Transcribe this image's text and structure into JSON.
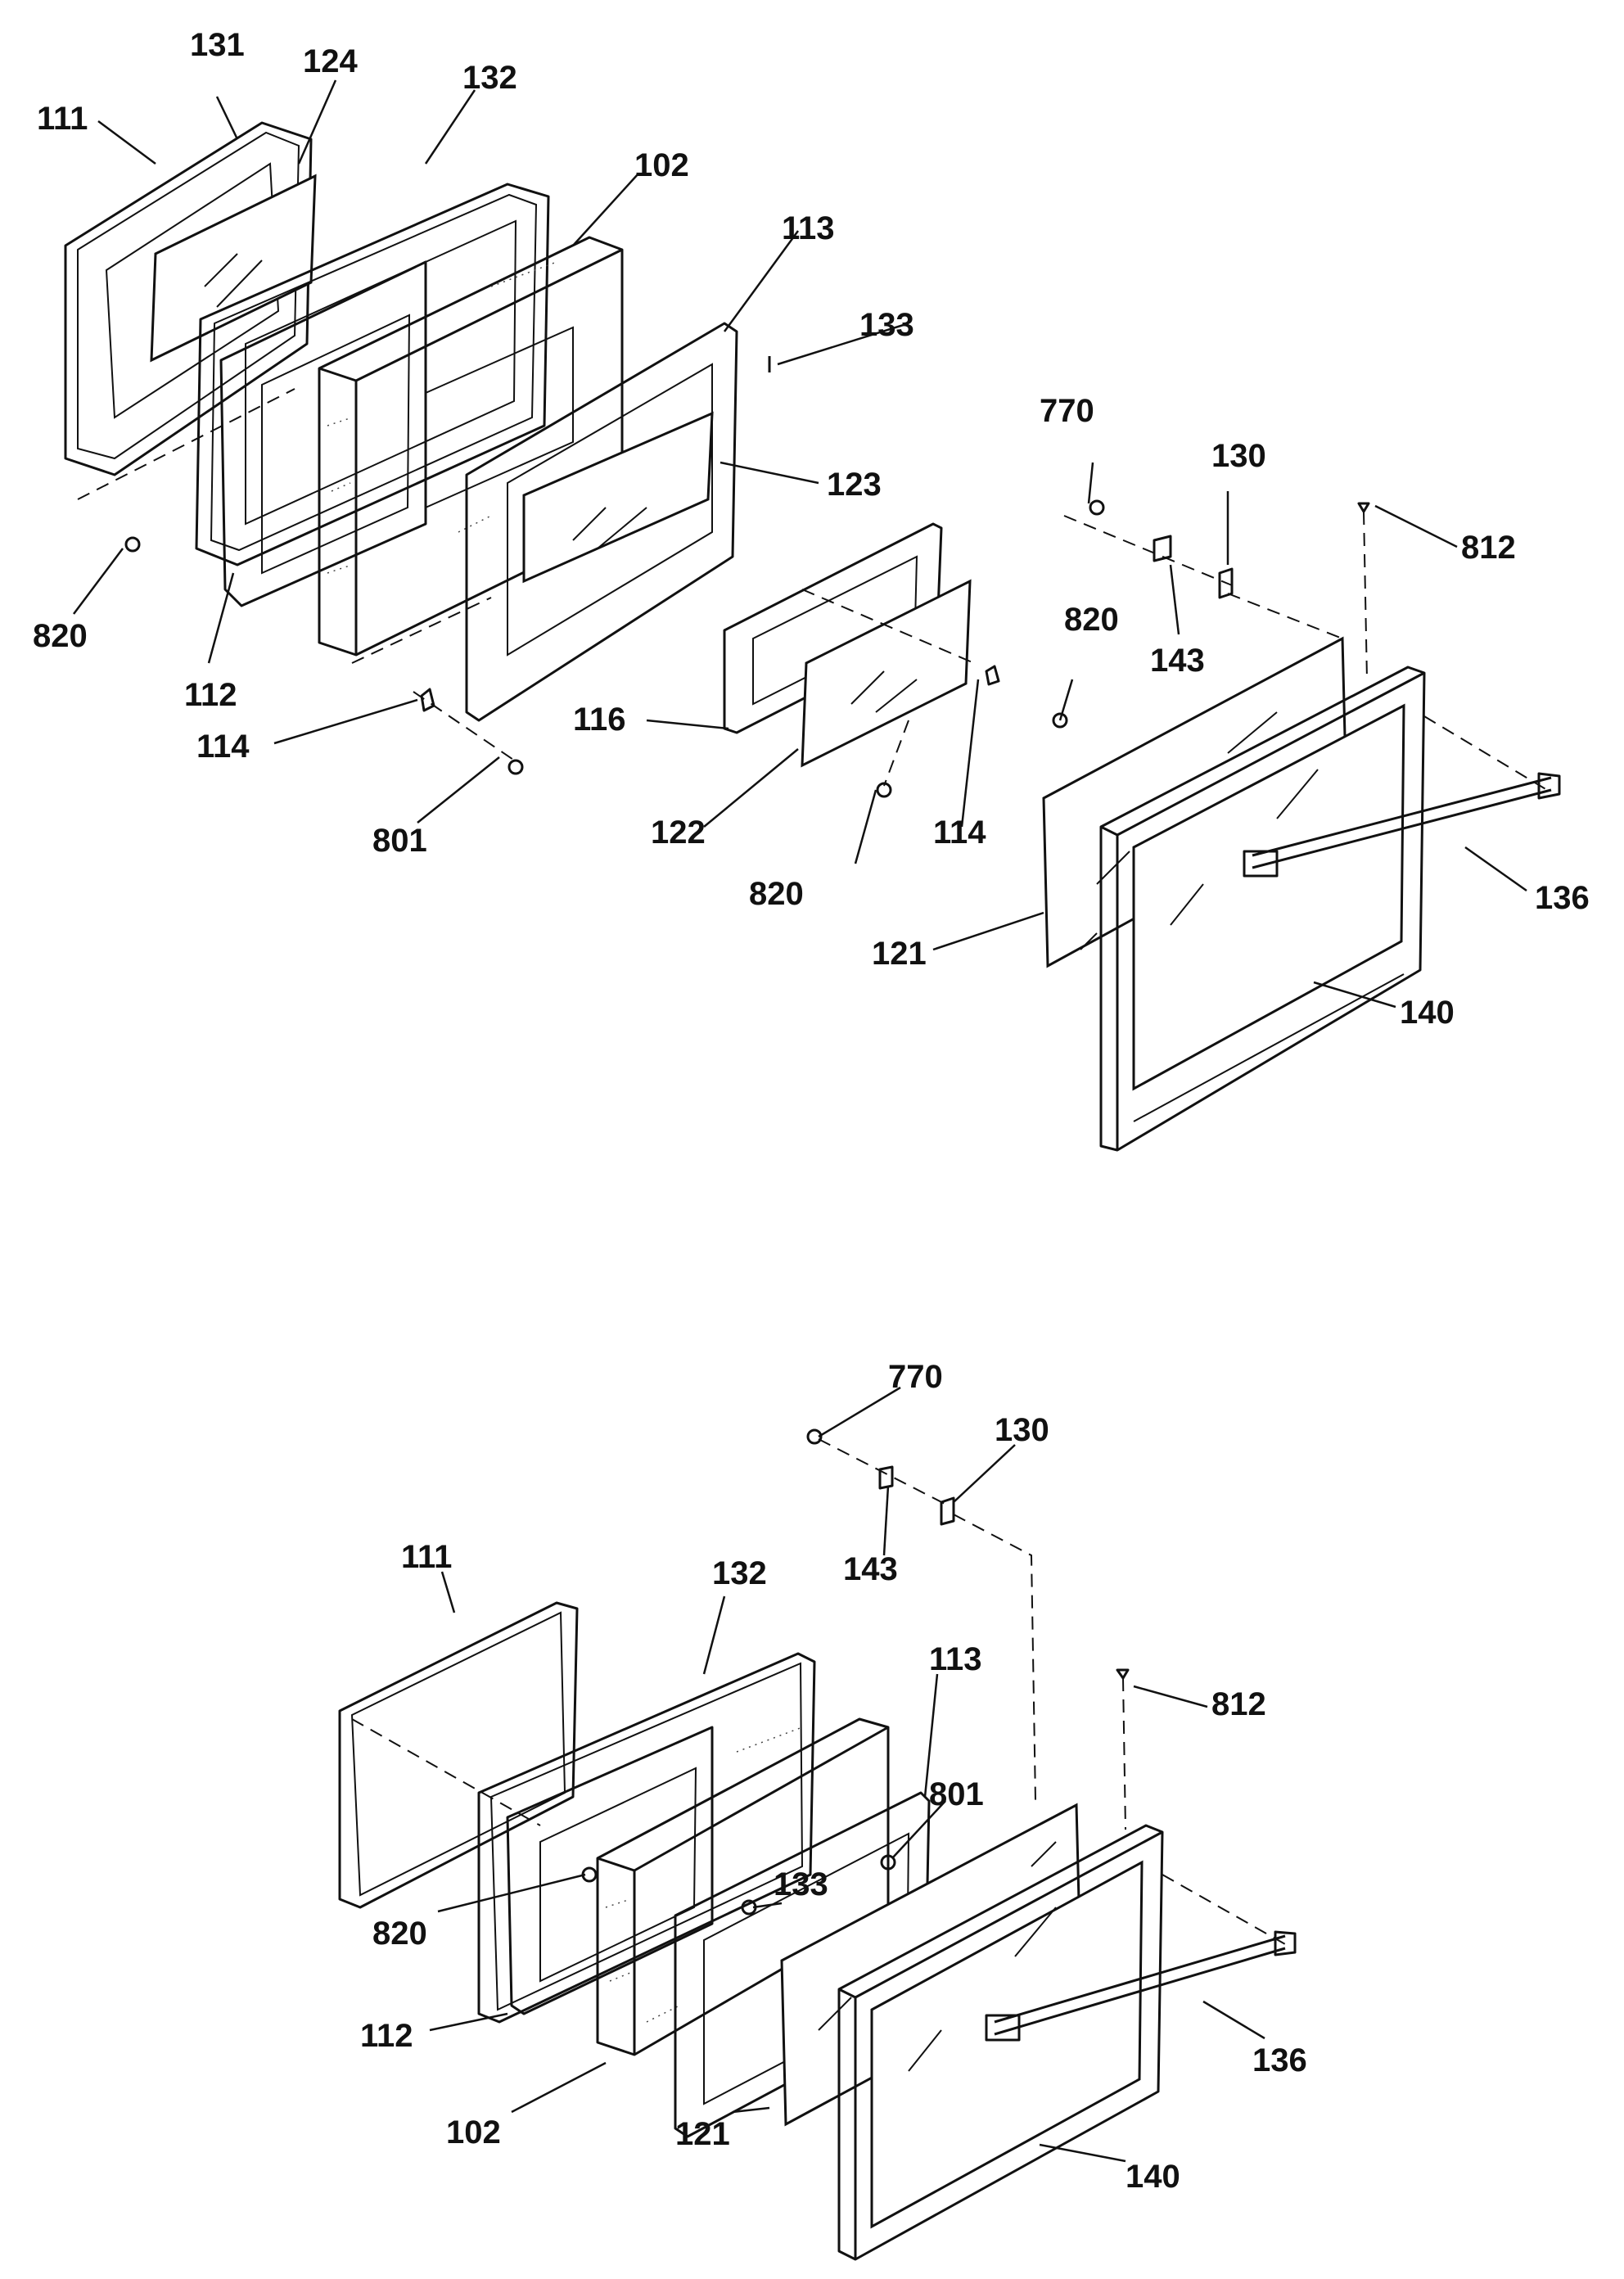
{
  "diagrams": [
    {
      "part_labels": [
        "131",
        "124",
        "111",
        "132",
        "102",
        "113",
        "133",
        "123",
        "820",
        "112",
        "114",
        "801",
        "116",
        "122",
        "820",
        "114",
        "820",
        "770",
        "130",
        "812",
        "143",
        "121",
        "136",
        "140"
      ]
    },
    {
      "part_labels": [
        "770",
        "130",
        "143",
        "111",
        "132",
        "113",
        "812",
        "801",
        "820",
        "133",
        "112",
        "136",
        "102",
        "121",
        "140"
      ]
    }
  ]
}
